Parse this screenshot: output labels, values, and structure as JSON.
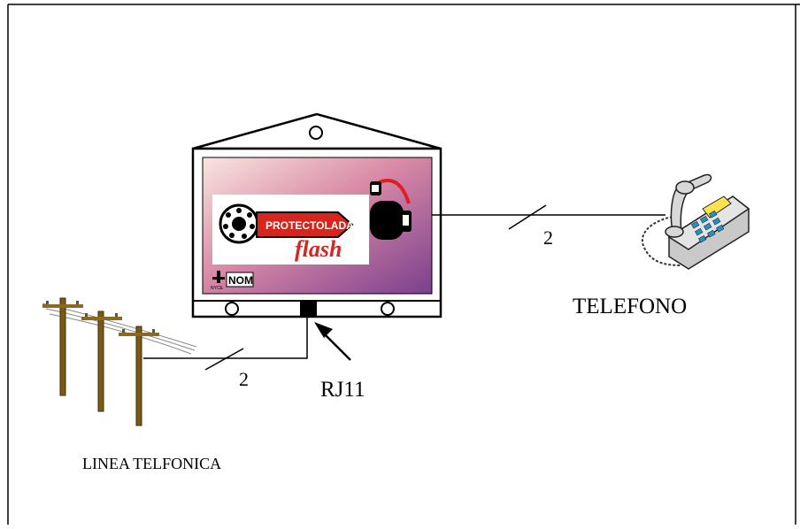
{
  "labels": {
    "phone_line": "LINEA TELFONICA",
    "telephone": "TELEFONO",
    "connector": "RJ11",
    "wire_count_left": "2",
    "wire_count_right": "2"
  },
  "device": {
    "brand_line1": "PROTECTOLADA",
    "brand_line2": "flash",
    "cert_mark": "NOM",
    "cert_small": "NYCE"
  },
  "colors": {
    "panel_gradient_start": "#f6dcd6",
    "panel_gradient_end": "#7a3f8e",
    "logo_red": "#d8241c",
    "pole_wood": "#7a5a12",
    "phone_body": "#c9c9c9",
    "phone_screen": "#ffe34d",
    "phone_keys": "#2b8fb8"
  }
}
